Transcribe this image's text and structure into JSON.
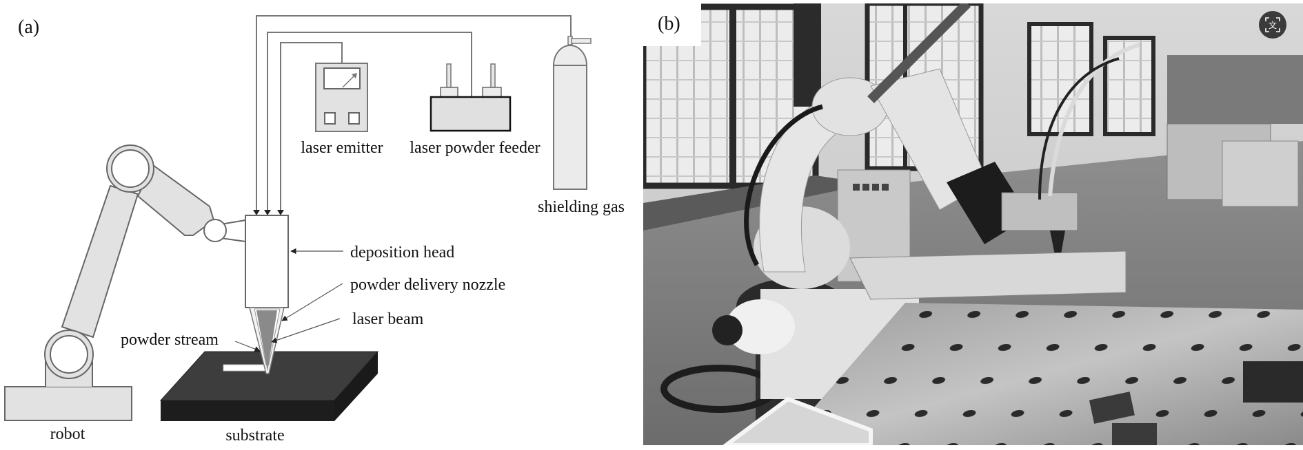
{
  "figure": {
    "panels": [
      {
        "id": "a",
        "label": "(a)",
        "type": "schematic",
        "components": {
          "robot": "robot",
          "substrate": "substrate",
          "laser_emitter": "laser emitter",
          "powder_feeder": "laser powder feeder",
          "shielding_gas": "shielding gas",
          "deposition_head": "deposition head",
          "nozzle": "powder delivery nozzle",
          "laser_beam": "laser beam",
          "powder_stream": "powder stream"
        }
      },
      {
        "id": "b",
        "label": "(b)",
        "type": "photograph",
        "description": "Laser cladding robot workcell with robotic arm, deposition head and perforated worktable"
      }
    ]
  },
  "overlay": {
    "translate_button": {
      "icon": "translate-icon",
      "glyph": "文"
    }
  },
  "colors": {
    "line": "#6e6e6e",
    "fill_light": "#e4e4e4",
    "beam": "#8a8a8a",
    "substrate_top": "#3c3c3c",
    "substrate_front": "#1c1c1c",
    "button_bg": "#3b3b3b"
  }
}
